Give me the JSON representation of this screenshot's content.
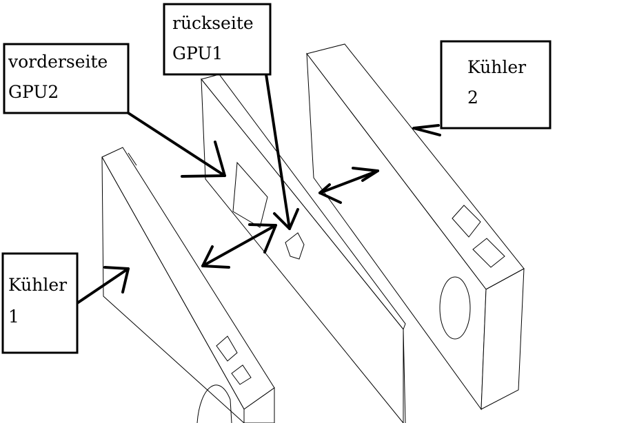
{
  "labels": {
    "vorderseite": {
      "line1": "vorderseite",
      "line2": "GPU2"
    },
    "rueckseite": {
      "line1": "rückseite",
      "line2": "GPU1"
    },
    "kuehler1": {
      "line1": "Kühler",
      "line2": "1"
    },
    "kuehler2": {
      "line1": "Kühler",
      "line2": "2"
    }
  },
  "colors": {
    "background": "#ffffff",
    "line": "#000000"
  }
}
